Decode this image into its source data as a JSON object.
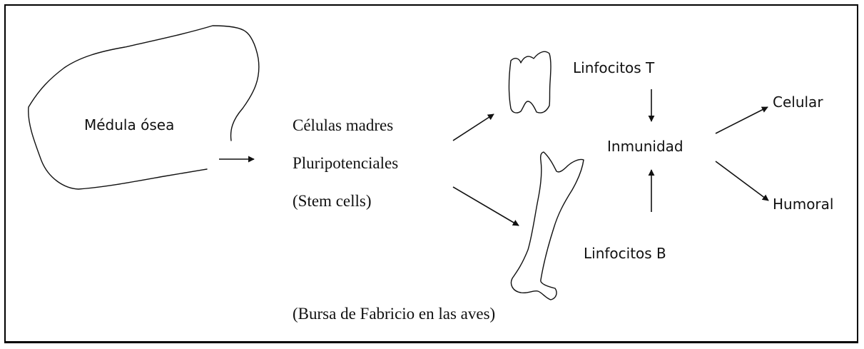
{
  "labels": {
    "medula": "Médula ósea",
    "celulas_madres": "Células madres",
    "pluripotenciales": "Pluripotenciales",
    "stem_cells": "(Stem cells)",
    "linfocitos_t": "Linfocitos T",
    "linfocitos_b": "Linfocitos B",
    "inmunidad": "Inmunidad",
    "celular": "Celular",
    "humoral": "Humoral",
    "bursa": "(Bursa de Fabricio en las aves)"
  },
  "colors": {
    "ink": "#111111",
    "border": "#000000",
    "background": "#ffffff"
  }
}
